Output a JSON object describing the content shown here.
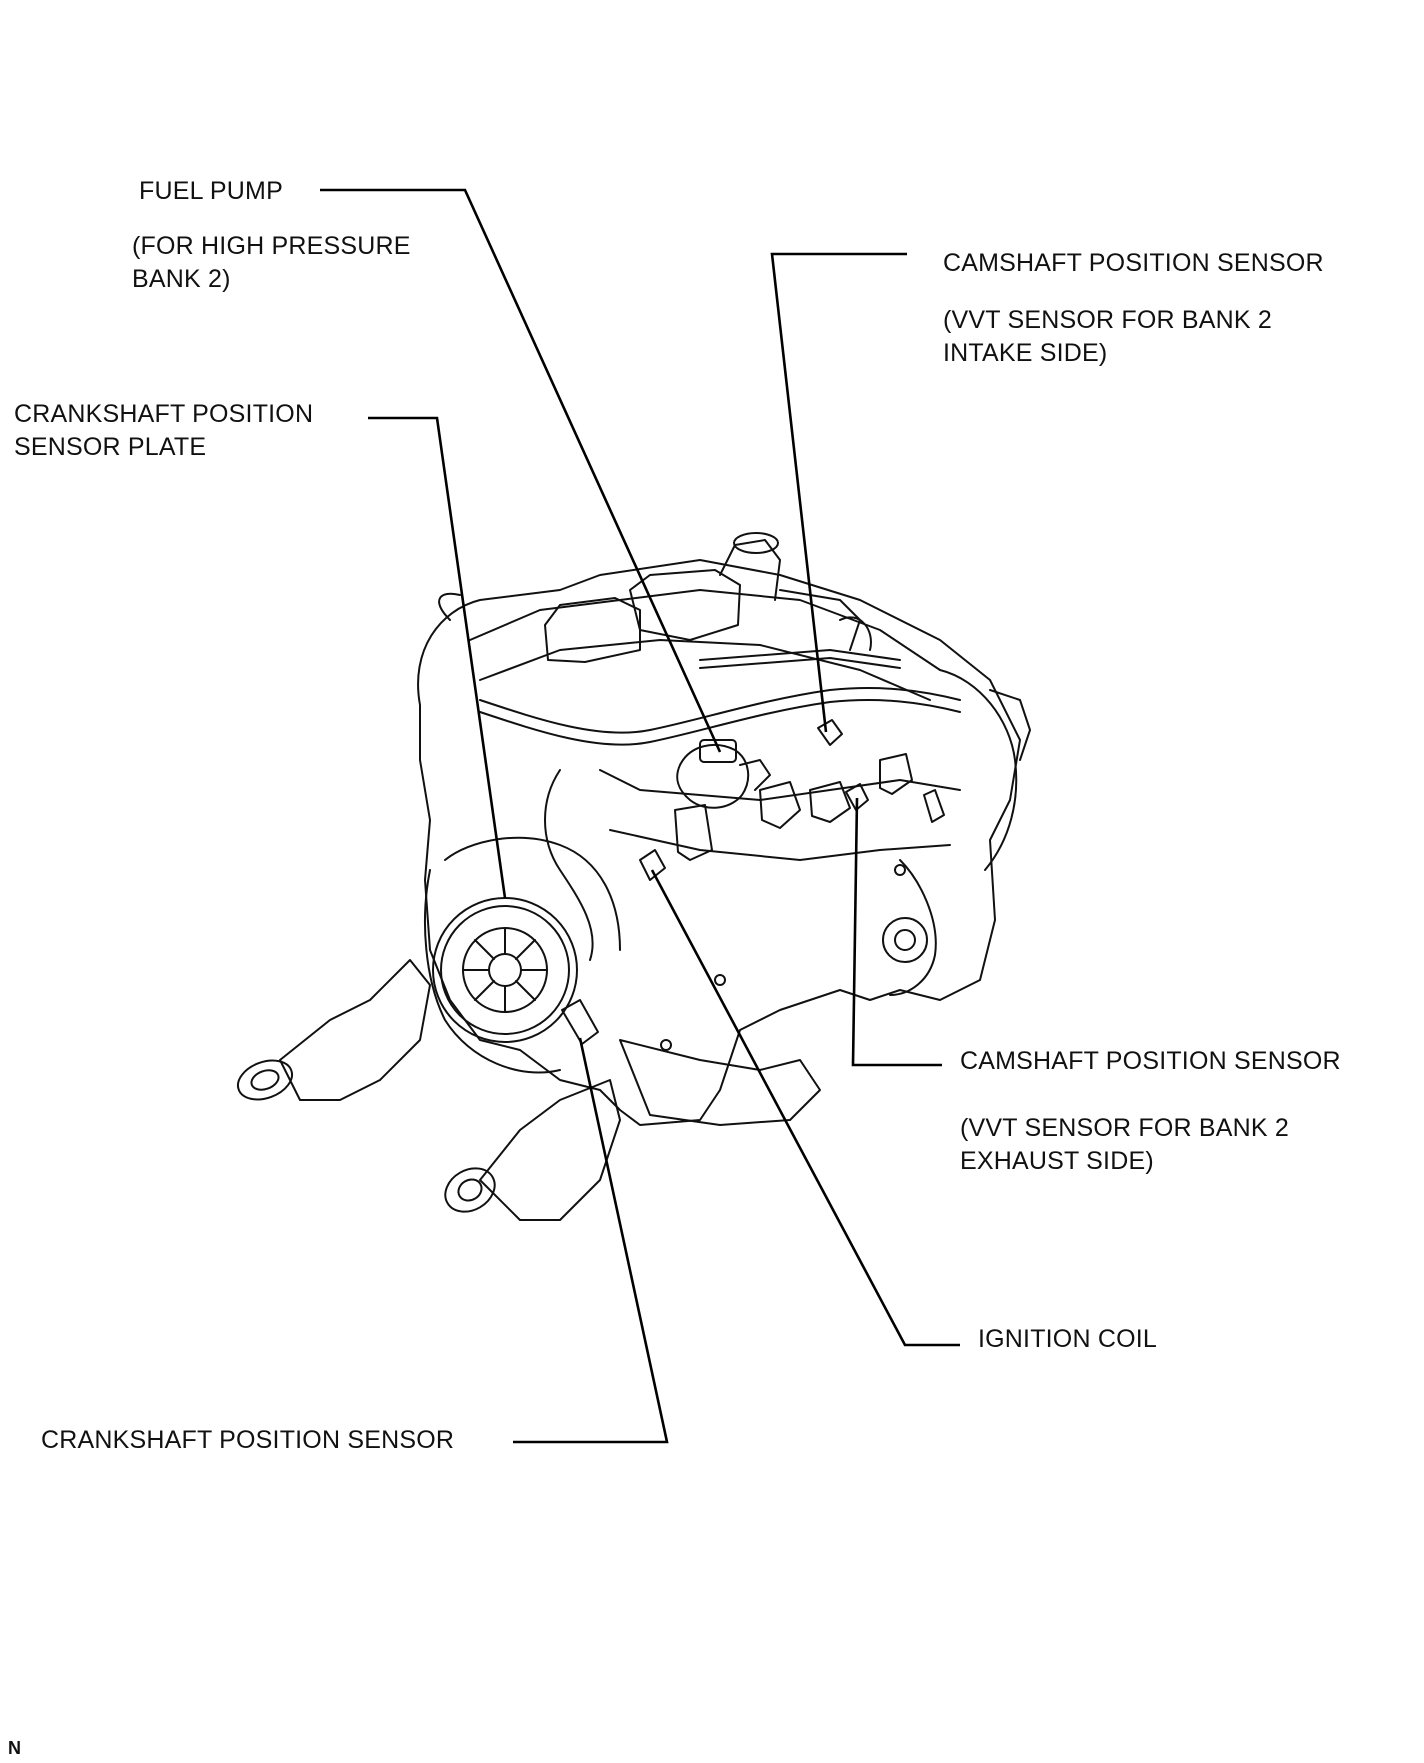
{
  "labels": {
    "fuel_pump": "FUEL PUMP",
    "fuel_pump_sub_1": "(FOR HIGH PRESSURE",
    "fuel_pump_sub_2": "BANK 2)",
    "cam_intake": "CAMSHAFT POSITION SENSOR",
    "cam_intake_sub_1": "(VVT SENSOR FOR BANK 2",
    "cam_intake_sub_2": "INTAKE SIDE)",
    "crank_plate_1": "CRANKSHAFT POSITION",
    "crank_plate_2": "SENSOR PLATE",
    "cam_exhaust": "CAMSHAFT POSITION SENSOR",
    "cam_exhaust_sub_1": "(VVT SENSOR FOR BANK 2",
    "cam_exhaust_sub_2": "EXHAUST SIDE)",
    "ignition_coil": "IGNITION COIL",
    "crank_sensor": "CRANKSHAFT POSITION SENSOR"
  },
  "corner_mark": "N",
  "colors": {
    "line": "#000000",
    "background": "#ffffff"
  }
}
